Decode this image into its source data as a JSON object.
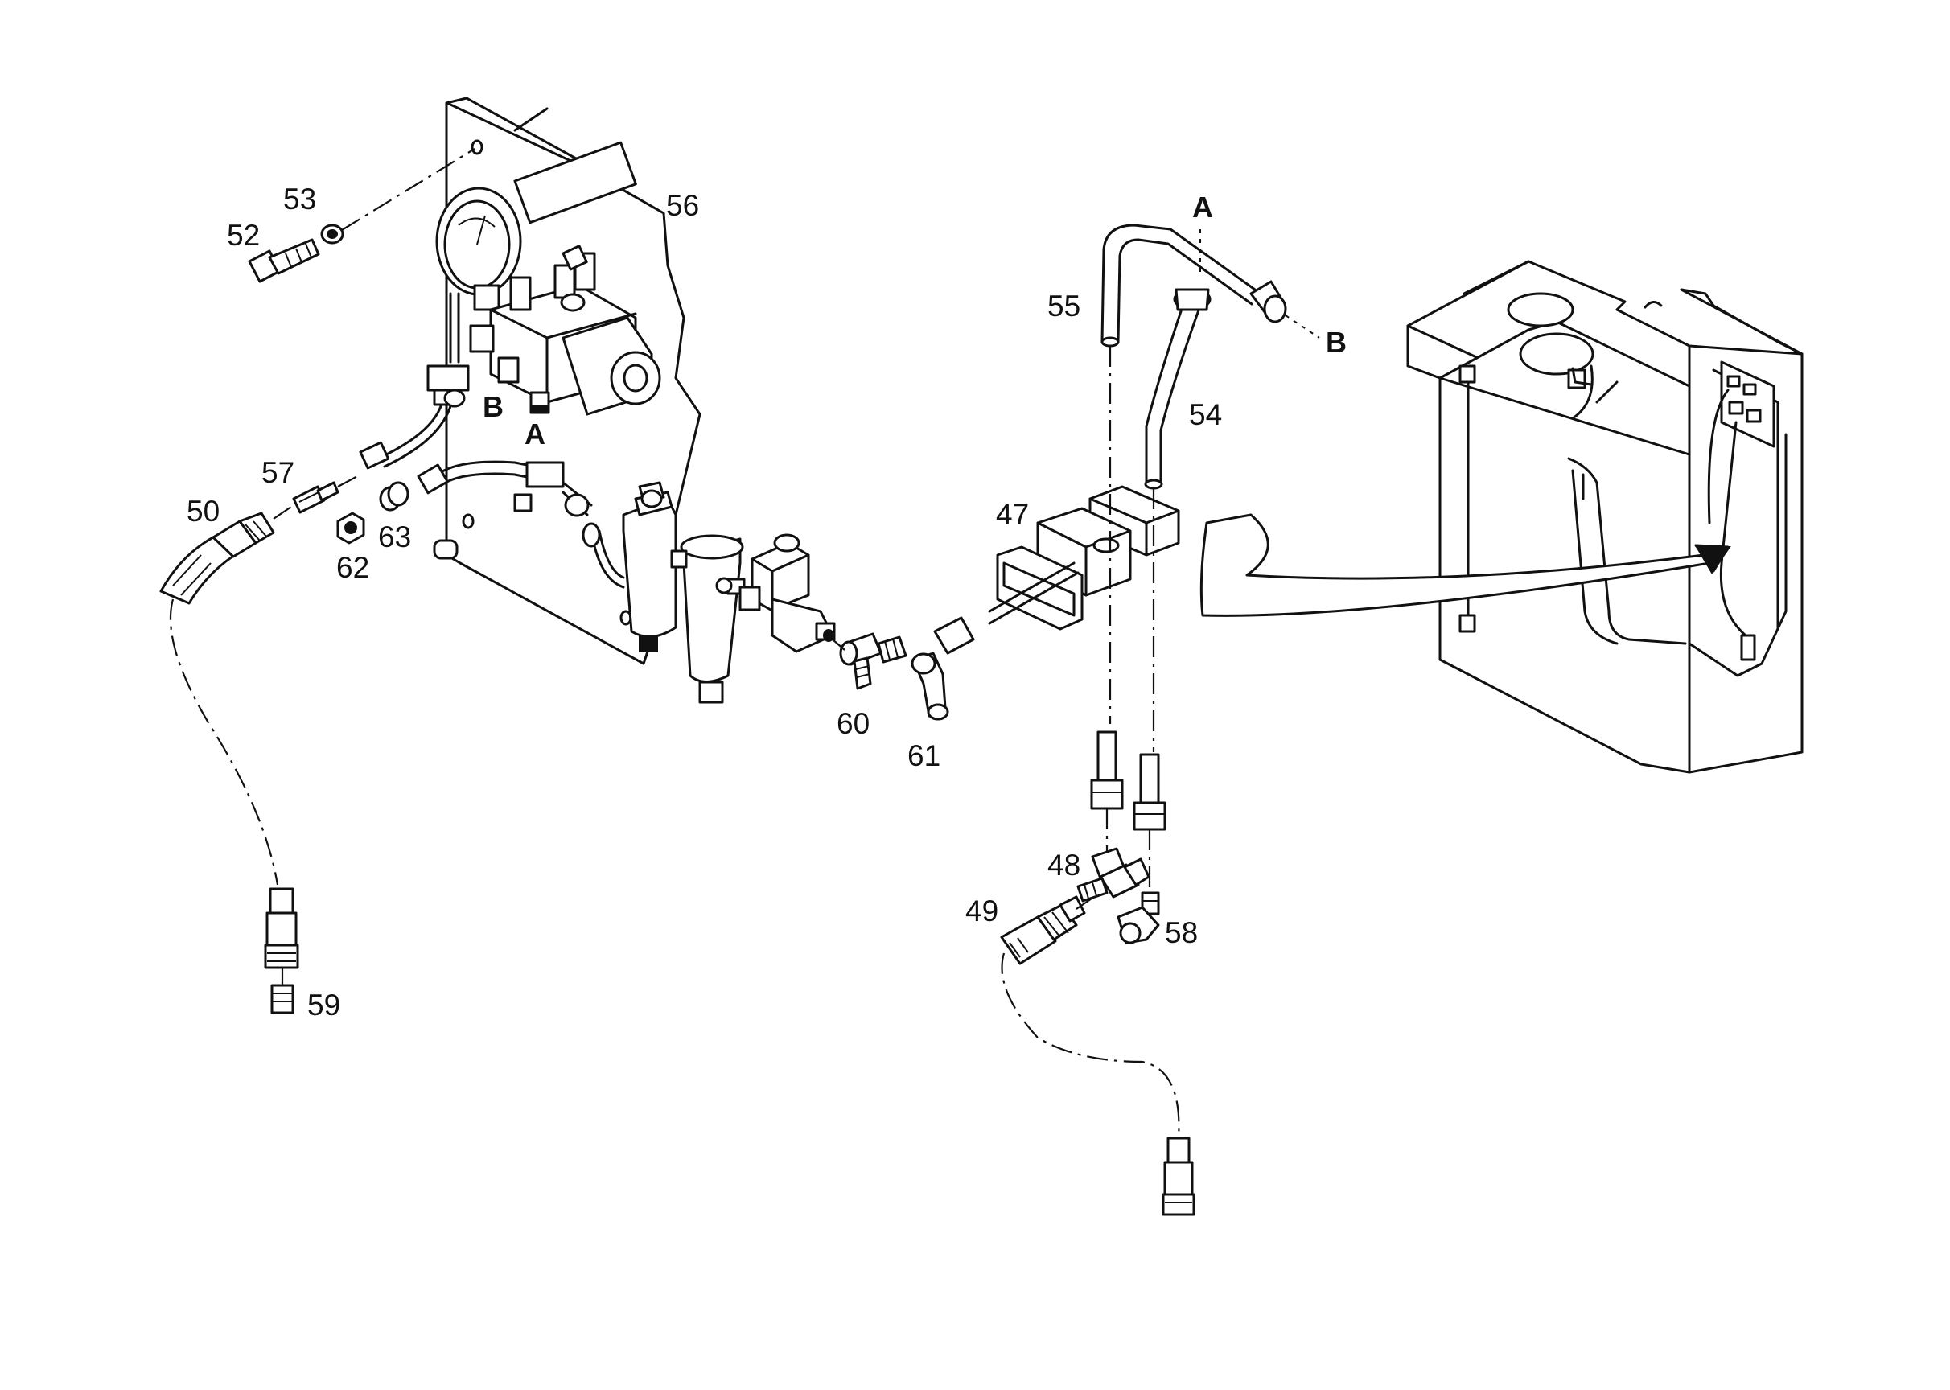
{
  "diagram": {
    "part_numbers": {
      "p47": "47",
      "p48": "48",
      "p49": "49",
      "p50": "50",
      "p52": "52",
      "p53": "53",
      "p54": "54",
      "p55": "55",
      "p56": "56",
      "p57": "57",
      "p58": "58",
      "p59": "59",
      "p60": "60",
      "p61": "61",
      "p62": "62",
      "p63": "63"
    },
    "connection_markers": {
      "panel_a": "A",
      "panel_b": "B",
      "pipe_a": "A",
      "pipe_b": "B"
    }
  }
}
